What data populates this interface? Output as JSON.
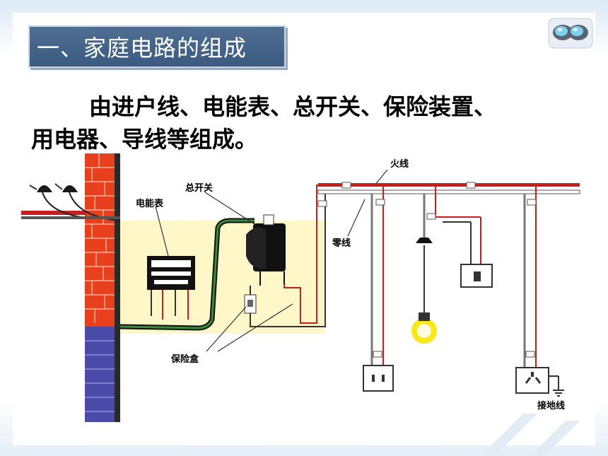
{
  "title": "一、家庭电路的组成",
  "intro": {
    "line1": "由进户线、电能表、总开关、保险装置、",
    "line2": "用电器、导线等组成。"
  },
  "diagram": {
    "labels": {
      "live_wire": "火线",
      "neutral_wire": "零线",
      "main_switch": "总开关",
      "meter": "电能表",
      "fuse_box": "保险盒",
      "ground_wire": "接地线"
    }
  },
  "icons": [
    "binoculars-icon",
    "bulb-icon",
    "socket-icon",
    "wall-switch-icon",
    "ground-symbol-icon"
  ],
  "colors": {
    "title_bg": "#3a5a80",
    "brick_red": "#e8401c",
    "brick_blue": "#4a4aa8",
    "live_red": "#c81e1e",
    "highlight_yellow": "#fff7c8"
  }
}
